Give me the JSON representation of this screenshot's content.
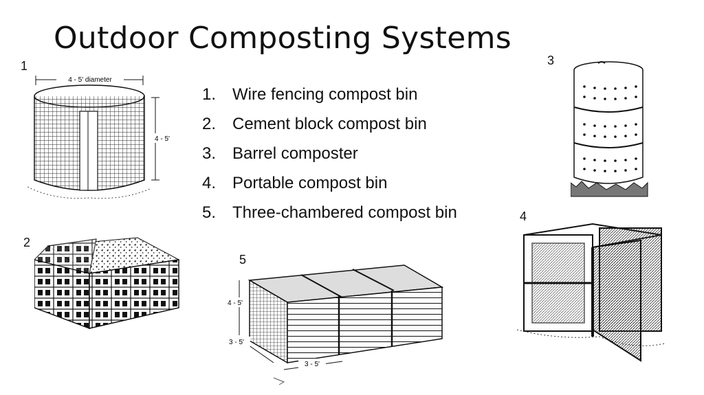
{
  "slide": {
    "title": "Outdoor Composting Systems",
    "items": [
      {
        "number": "1.",
        "text": "Wire fencing compost bin"
      },
      {
        "number": "2.",
        "text": "Cement block compost bin"
      },
      {
        "number": "3.",
        "text": "Barrel composter"
      },
      {
        "number": "4.",
        "text": "Portable compost bin"
      },
      {
        "number": "5.",
        "text": "Three-chambered compost bin"
      }
    ]
  },
  "figures": {
    "wire": {
      "label": "1",
      "diameter_text": "4 - 5' diameter",
      "height_text": "4 - 5'"
    },
    "block": {
      "label": "2"
    },
    "barrel": {
      "label": "3"
    },
    "portable": {
      "label": "4"
    },
    "three": {
      "label": "5",
      "height_text": "4 - 5'",
      "depth_text": "3 - 5'",
      "width_text": "3 - 5'"
    }
  }
}
